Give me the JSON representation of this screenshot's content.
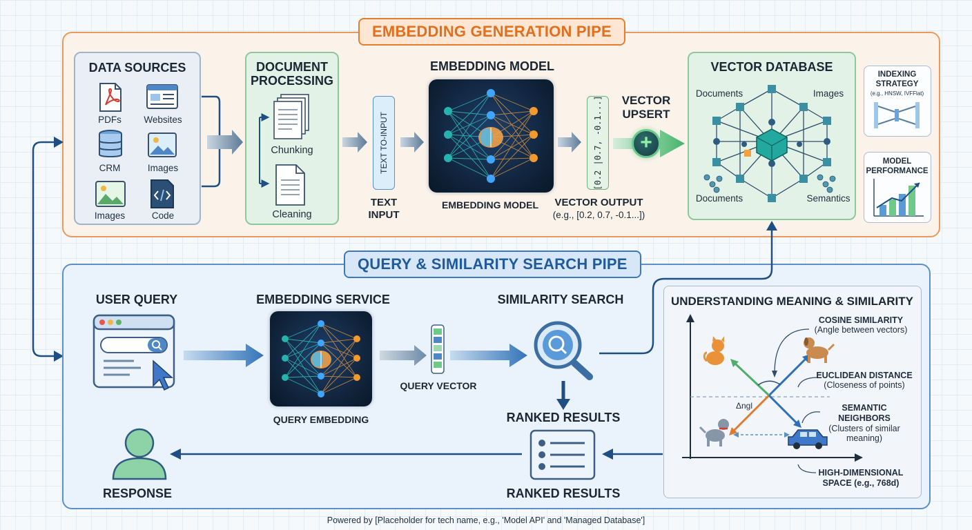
{
  "top_pipe": {
    "title": "EMBEDDING GENERATION PIPE",
    "data_sources": {
      "title": "DATA SOURCES",
      "items": [
        "PDFs",
        "Websites",
        "CRM",
        "Images",
        "Images",
        "Code"
      ]
    },
    "document_processing": {
      "title_line1": "DOCUMENT",
      "title_line2": "PROCESSING",
      "chunking": "Chunking",
      "cleaning": "Cleaning"
    },
    "text_input": {
      "pill_label": "TEXT TO-INPUT",
      "caption_line1": "TEXT",
      "caption_line2": "INPUT"
    },
    "embedding_model": {
      "title": "EMBEDDING MODEL",
      "caption": "EMBEDDING MODEL"
    },
    "vector_output": {
      "pill_label": "[0.2 |0.7, -0.1...]",
      "title": "VECTOR OUTPUT",
      "example": "(e.g., [0.2, 0.7, -0.1...])"
    },
    "vector_upsert": {
      "line1": "VECTOR",
      "line2": "UPSERT",
      "icon_glyph": "+"
    },
    "vector_database": {
      "title": "VECTOR DATABASE",
      "labels": [
        "Documents",
        "Images",
        "Documents",
        "Semantics"
      ]
    },
    "indexing_strategy": {
      "title_line1": "INDEXING",
      "title_line2": "STRATEGY",
      "example": "(e.g., HNSW, IVFFlat)"
    },
    "model_performance": {
      "title_line1": "MODEL",
      "title_line2": "PERFORMANCE"
    }
  },
  "bottom_pipe": {
    "title": "QUERY & SIMILARITY SEARCH PIPE",
    "user_query": {
      "title": "USER QUERY"
    },
    "embedding_service": {
      "title": "EMBEDDING SERVICE",
      "caption": "QUERY EMBEDDING"
    },
    "query_vector": {
      "caption": "QUERY VECTOR"
    },
    "similarity_search": {
      "title": "SIMILARITY SEARCH"
    },
    "ranked_results": {
      "top_label": "RANKED RESULTS",
      "bottom_label": "RANKED RESULTS"
    },
    "response": {
      "label": "RESPONSE"
    },
    "understanding": {
      "title": "UNDERSTANDING MEANING & SIMILARITY",
      "cosine_title": "COSINE SIMILARITY",
      "cosine_sub": "(Angle between vectors)",
      "euclid_title": "EUCLIDEAN DISTANCE",
      "euclid_sub": "(Closeness of points)",
      "semantic_line1": "SEMANTIC",
      "semantic_line2": "NEIGHBORS",
      "semantic_line3": "(Clusters of similar",
      "semantic_line4": "meaning)",
      "angle_label": "Δngl",
      "highdim_line1": "HIGH-DIMENSIONAL",
      "highdim_line2": "SPACE (e.g., 768d)"
    }
  },
  "footer": "Powered by [Placeholder for tech name, e.g., 'Model API' and 'Managed Database']",
  "colors": {
    "top_border": "#e79a5c",
    "top_title": "#e16f1d",
    "bottom_border": "#5b8fc7",
    "bottom_title": "#1f5a9c",
    "arrow": "#1f4f82",
    "green_accent": "#6fc98a"
  }
}
